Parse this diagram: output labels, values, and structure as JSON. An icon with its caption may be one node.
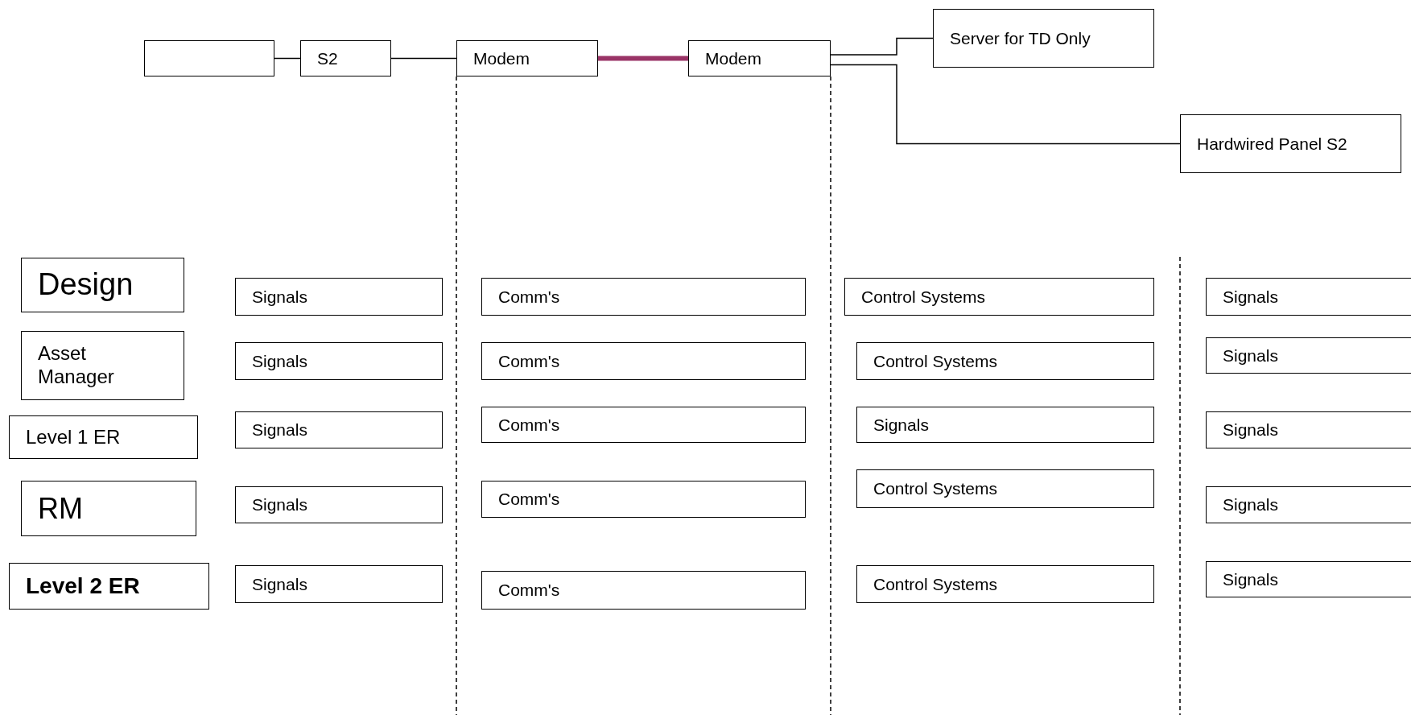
{
  "diagram": {
    "nodes": [
      {
        "text": [],
        "shape": "box"
      },
      {
        "text": [
          "S2"
        ]
      },
      {
        "text": [
          "Modem"
        ]
      },
      {
        "text": [
          "Modem"
        ]
      },
      {
        "text": [
          "Server for TD Only"
        ]
      },
      {
        "text": [
          "Hardwired Panel S2"
        ]
      },
      {
        "text": [
          "Design"
        ]
      },
      {
        "text": [
          "Signals"
        ]
      },
      {
        "text": [
          "Comm's"
        ]
      },
      {
        "text": [
          "Control Systems"
        ]
      },
      {
        "text": [
          "Signals"
        ]
      },
      {
        "text": [
          "Asset Manager"
        ]
      },
      {
        "text": [
          "Signals"
        ]
      },
      {
        "text": [
          "Comm's"
        ]
      },
      {
        "text": [
          "Control Systems"
        ]
      },
      {
        "text": [
          "Signals"
        ]
      },
      {
        "text": [
          "Level 1 ER"
        ]
      },
      {
        "text": [
          "Signals"
        ]
      },
      {
        "text": [
          "Comm's"
        ]
      },
      {
        "text": [
          "Signals"
        ]
      },
      {
        "text": [
          "Signals"
        ]
      },
      {
        "text": [
          "RM"
        ]
      },
      {
        "text": [
          "Signals"
        ]
      },
      {
        "text": [
          "Comm's"
        ]
      },
      {
        "text": [
          "Control Systems"
        ]
      },
      {
        "text": [
          "Signals"
        ]
      },
      {
        "text": [
          "Level 2 ER"
        ]
      },
      {
        "text": [
          "Signals"
        ]
      },
      {
        "text": [
          "Comm's"
        ]
      },
      {
        "text": [
          "Control Systems"
        ]
      },
      {
        "text": [
          "Signals"
        ]
      }
    ],
    "edges": [
      {
        "from": 0,
        "to": 1,
        "arrow": "none"
      },
      {
        "from": 1,
        "to": 2,
        "arrow": "none"
      },
      {
        "from": 2,
        "to": 3,
        "arrow": "none",
        "style": "thick",
        "color": "#993366"
      },
      {
        "from": 3,
        "to": 4,
        "arrow": "none"
      },
      {
        "from": 3,
        "to": 5,
        "arrow": "none"
      }
    ]
  }
}
